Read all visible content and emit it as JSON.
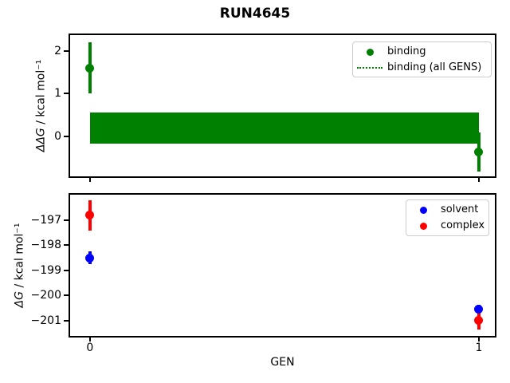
{
  "figure": {
    "title": "RUN4645",
    "background": "#ffffff"
  },
  "colors": {
    "binding": "#008000",
    "solvent": "#0000ff",
    "complex": "#ff0000",
    "axis": "#000000",
    "legend_border": "#cccccc"
  },
  "top_plot": {
    "ylabel_math": "ΔΔG",
    "ylabel_units": " / kcal mol⁻¹",
    "legend": [
      {
        "label": "binding",
        "swatch": "circle",
        "color": "#008000"
      },
      {
        "label": "binding (all GENS)",
        "swatch": "dotted-line",
        "color": "#008000"
      }
    ]
  },
  "bottom_plot": {
    "ylabel_math": "ΔG",
    "ylabel_units": " / kcal mol⁻¹",
    "xlabel": "GEN",
    "legend": [
      {
        "label": "solvent",
        "swatch": "circle",
        "color": "#0000ff"
      },
      {
        "label": "complex",
        "swatch": "circle",
        "color": "#ff0000"
      }
    ]
  },
  "chart_data": [
    {
      "type": "scatter",
      "axes": "top",
      "title": "RUN4645",
      "xlabel": "GEN",
      "ylabel": "ΔΔG / kcal mol⁻¹",
      "x": [
        0,
        1
      ],
      "xlim": [
        -0.051,
        1.041
      ],
      "ylim": [
        -0.93,
        2.37
      ],
      "yticks": [
        0,
        1,
        2
      ],
      "ytick_labels": [
        "0",
        "1",
        "2"
      ],
      "xticks": [
        0,
        1
      ],
      "xtick_labels": [
        "",
        ""
      ],
      "legend_position": "upper right",
      "grid": false,
      "series": [
        {
          "name": "binding",
          "color": "#008000",
          "y": [
            1.6,
            -0.36
          ],
          "yerr": [
            0.6,
            0.45
          ]
        }
      ],
      "band": {
        "name": "binding (all GENS)",
        "color": "#008000",
        "x_range": [
          0,
          1
        ],
        "y_low": -0.16,
        "y_high": 0.56
      }
    },
    {
      "type": "scatter",
      "axes": "bottom",
      "xlabel": "GEN",
      "ylabel": "ΔG / kcal mol⁻¹",
      "x": [
        0,
        1
      ],
      "xlim": [
        -0.051,
        1.041
      ],
      "ylim": [
        -201.62,
        -195.98
      ],
      "yticks": [
        -197,
        -198,
        -199,
        -200,
        -201
      ],
      "ytick_labels": [
        "−197",
        "−198",
        "−199",
        "−200",
        "−201"
      ],
      "xticks": [
        0,
        1
      ],
      "xtick_labels": [
        "0",
        "1"
      ],
      "legend_position": "upper right",
      "grid": false,
      "series": [
        {
          "name": "solvent",
          "color": "#0000ff",
          "y": [
            -198.5,
            -200.55
          ],
          "yerr": [
            0.25,
            0.18
          ]
        },
        {
          "name": "complex",
          "color": "#ff0000",
          "y": [
            -196.8,
            -201.0
          ],
          "yerr": [
            0.6,
            0.35
          ]
        }
      ]
    }
  ]
}
